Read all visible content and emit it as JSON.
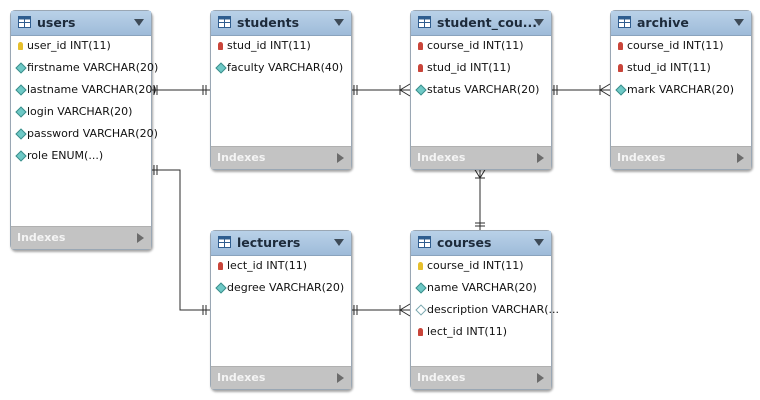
{
  "tables": [
    {
      "id": "users",
      "name": "users",
      "indexes_label": "Indexes",
      "columns": [
        {
          "icon": "primary-key-icon",
          "text": "user_id INT(11)"
        },
        {
          "icon": "column-icon",
          "text": "firstname VARCHAR(20)"
        },
        {
          "icon": "column-icon",
          "text": "lastname VARCHAR(20)"
        },
        {
          "icon": "column-icon",
          "text": "login VARCHAR(20)"
        },
        {
          "icon": "column-icon",
          "text": "password VARCHAR(20)"
        },
        {
          "icon": "column-icon",
          "text": "role ENUM(...)"
        }
      ]
    },
    {
      "id": "students",
      "name": "students",
      "indexes_label": "Indexes",
      "columns": [
        {
          "icon": "foreign-key-icon",
          "text": "stud_id INT(11)"
        },
        {
          "icon": "column-icon",
          "text": "faculty VARCHAR(40)"
        }
      ]
    },
    {
      "id": "student_courses",
      "name": "student_cou...",
      "indexes_label": "Indexes",
      "columns": [
        {
          "icon": "foreign-key-icon",
          "text": "course_id INT(11)"
        },
        {
          "icon": "foreign-key-icon",
          "text": "stud_id INT(11)"
        },
        {
          "icon": "column-icon",
          "text": "status VARCHAR(20)"
        }
      ]
    },
    {
      "id": "archive",
      "name": "archive",
      "indexes_label": "Indexes",
      "columns": [
        {
          "icon": "foreign-key-icon",
          "text": "course_id INT(11)"
        },
        {
          "icon": "foreign-key-icon",
          "text": "stud_id INT(11)"
        },
        {
          "icon": "column-icon",
          "text": "mark VARCHAR(20)"
        }
      ]
    },
    {
      "id": "lecturers",
      "name": "lecturers",
      "indexes_label": "Indexes",
      "columns": [
        {
          "icon": "foreign-key-icon",
          "text": "lect_id INT(11)"
        },
        {
          "icon": "column-icon",
          "text": "degree VARCHAR(20)"
        }
      ]
    },
    {
      "id": "courses",
      "name": "courses",
      "indexes_label": "Indexes",
      "columns": [
        {
          "icon": "primary-key-icon",
          "text": "course_id INT(11)"
        },
        {
          "icon": "column-icon",
          "text": "name VARCHAR(20)"
        },
        {
          "icon": "nullable-column-icon",
          "text": "description VARCHAR(..."
        },
        {
          "icon": "foreign-key-icon",
          "text": "lect_id INT(11)"
        }
      ]
    }
  ],
  "relationships": [
    {
      "from": "users",
      "to": "students",
      "from_end": "one",
      "to_end": "one"
    },
    {
      "from": "students",
      "to": "student_courses",
      "from_end": "one",
      "to_end": "many"
    },
    {
      "from": "student_courses",
      "to": "archive",
      "from_end": "one",
      "to_end": "many"
    },
    {
      "from": "courses",
      "to": "student_courses",
      "from_end": "one",
      "to_end": "many"
    },
    {
      "from": "users",
      "to": "lecturers",
      "from_end": "one",
      "to_end": "one"
    },
    {
      "from": "lecturers",
      "to": "courses",
      "from_end": "one",
      "to_end": "many"
    }
  ],
  "colors": {
    "header": "#a9c6e3",
    "indexes_bar": "#c3c3c3",
    "line": "#2b2b2b",
    "primary_key": "#e6bf2c",
    "foreign_key": "#c9453a",
    "column": "#6ec9c6"
  }
}
